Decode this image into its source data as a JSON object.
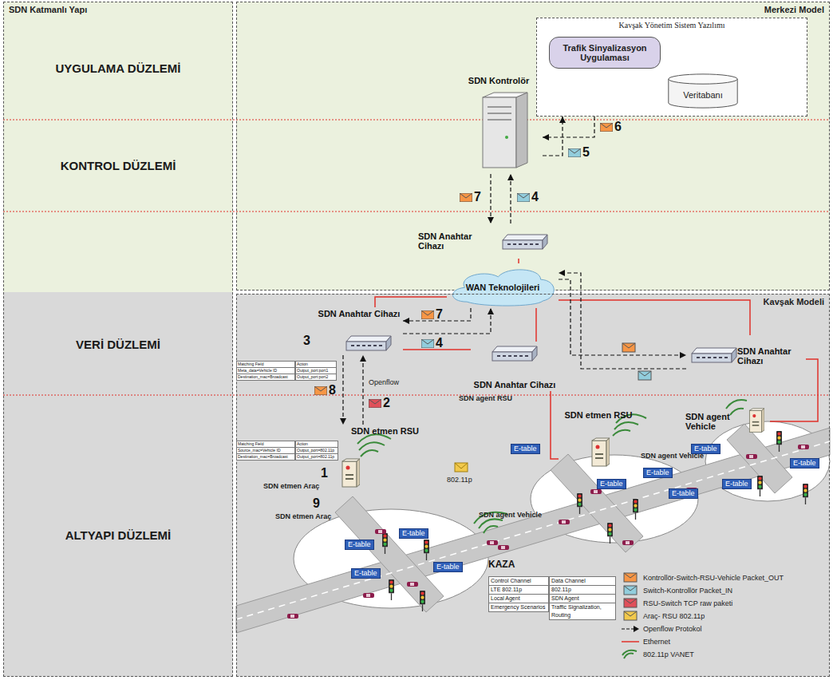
{
  "diagram": {
    "nodes": [
      {
        "text": [
          "SDN Katmanlı Yapı"
        ]
      },
      {
        "text": [
          "UYGULAMA DÜZLEMİ"
        ],
        "in": 0
      },
      {
        "text": [
          "KONTROL DÜZLEMİ"
        ],
        "in": 0
      },
      {
        "text": [
          "VERİ DÜZLEMİ"
        ],
        "in": 0
      },
      {
        "text": [
          "ALTYAPI DÜZLEMİ"
        ],
        "in": 0
      },
      {
        "text": [
          "Merkezi Model"
        ]
      },
      {
        "text": [
          "Kavşak Yönetim Sistem Yazılımı"
        ],
        "in": 5
      },
      {
        "text": [
          "Trafik Sinyalizasyon Uygulaması"
        ],
        "in": 6
      },
      {
        "text": [
          "Veritabanı"
        ],
        "in": 6
      },
      {
        "text": [
          "SDN Kontrolör"
        ],
        "in": 5
      },
      {
        "text": [
          "SDN Anahtar Cihazı"
        ],
        "in": 5
      },
      {
        "text": [
          "WAN Teknolojileri"
        ]
      },
      {
        "text": [
          "Kavşak Modeli"
        ]
      },
      {
        "text": [
          "SDN Anahtar Cihazı"
        ],
        "in": 12
      },
      {
        "text": [
          "SDN Anahtar Cihazı"
        ],
        "in": 12
      },
      {
        "text": [
          "SDN Anahtar Cihazı"
        ],
        "in": 12
      },
      {
        "text": [
          "SDN etmen RSU"
        ],
        "in": 12
      },
      {
        "text": [
          "SDN etmen RSU"
        ],
        "in": 12
      },
      {
        "text": [
          "SDN agent Vehicle"
        ],
        "in": 12
      }
    ],
    "edges": [
      {
        "from": 7,
        "to": 8,
        "arrow": "to"
      },
      {
        "from": 9,
        "to": 6,
        "label": "5",
        "arrow": "to"
      },
      {
        "from": 6,
        "to": 9,
        "label": "6",
        "arrow": "to"
      },
      {
        "from": 10,
        "to": 9,
        "label": "4",
        "arrow": "to"
      },
      {
        "from": 9,
        "to": 10,
        "label": "7",
        "arrow": "to"
      },
      {
        "from": 11,
        "to": 13,
        "label": "7",
        "arrow": "to"
      },
      {
        "from": 13,
        "to": 11,
        "label": "4",
        "arrow": "to"
      },
      {
        "from": 16,
        "to": 13,
        "label": "2",
        "arrow": "to"
      },
      {
        "from": 13,
        "to": 16,
        "label": "8",
        "arrow": "to"
      },
      {
        "from": 10,
        "to": 11,
        "arrow": "none"
      },
      {
        "from": 11,
        "to": 13,
        "arrow": "none"
      },
      {
        "from": 11,
        "to": 14,
        "arrow": "none"
      },
      {
        "from": 11,
        "to": 15,
        "arrow": "none"
      },
      {
        "from": 11,
        "to": 15,
        "arrow": "to"
      },
      {
        "from": 15,
        "to": 11,
        "arrow": "to"
      },
      {
        "from": 13,
        "to": 14,
        "arrow": "none"
      },
      {
        "from": 14,
        "to": 17,
        "arrow": "none"
      },
      {
        "from": 15,
        "to": 18,
        "arrow": "none"
      }
    ],
    "labels": [
      "3",
      "Openflow",
      "SDN agent RSU",
      "1",
      "SDN etmen Araç",
      "9",
      "SDN etmen Araç",
      "802.11p",
      "SDN agent Vehicle",
      "KAZA",
      "SDN agent Vehicle",
      "E-table",
      "E-table",
      "E-table",
      "E-table",
      "E-table",
      "E-table",
      "E-table",
      "E-table",
      "E-table",
      "E-table",
      "E-table",
      "Matching Field",
      "Action",
      "Meta_data=Vehicle ID",
      "Output_port:port1",
      "Destination_mac=Broadcast",
      "Output_port:port2",
      "Matching Field",
      "Action",
      "Source_mac=Vehicle ID",
      "Output_port=802.11p",
      "Destination_mac=Broadcast",
      "Output_port=802.11p",
      "Control Channel",
      "Data Channel",
      "LTE 802.11p",
      "802.11p",
      "Local Agent",
      "SDN Agent",
      "Emergency Scenarios",
      "Traffic Signalization, Routing"
    ],
    "legend": [
      {
        "text": "Kontrollör-Switch-RSU-Vehicle Packet_OUT",
        "color": "#f79646"
      },
      {
        "text": "Switch-Kontrollör Packet_IN",
        "color": "#92cddc"
      },
      {
        "text": "RSU-Switch TCP raw paketi",
        "color": "#e0505a"
      },
      {
        "text": "Araç- RSU 802.11p",
        "color": "#f2c94c"
      },
      {
        "text": "Openflow Protokol"
      },
      {
        "text": "Ethernet"
      },
      {
        "text": "802.11p VANET"
      }
    ]
  }
}
